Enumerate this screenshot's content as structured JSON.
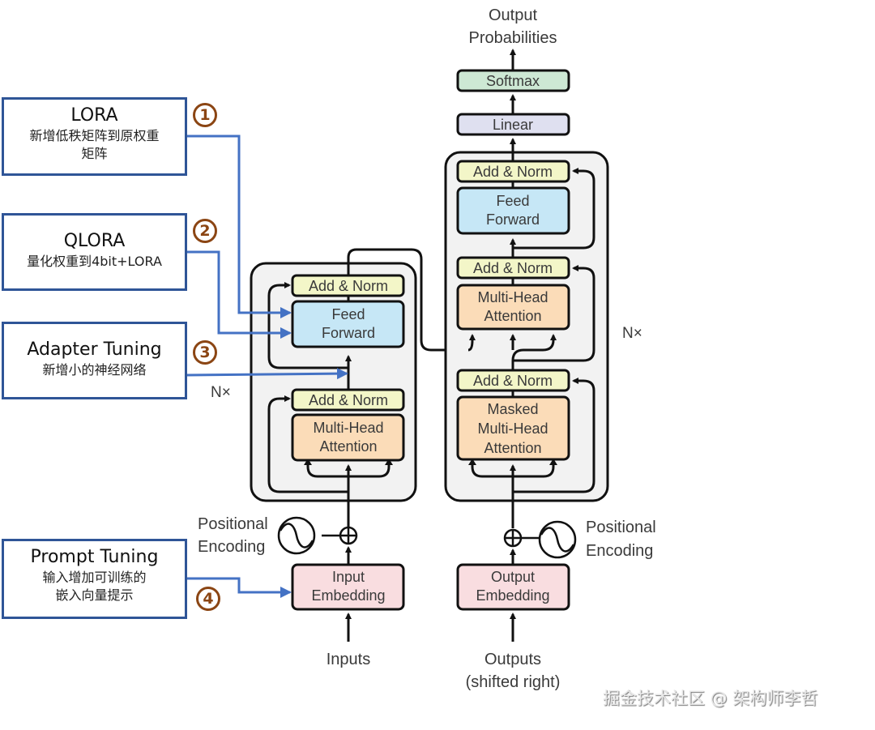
{
  "diagram": {
    "title": "Transformer architecture with fine-tuning method injection points",
    "top_output": [
      "Output",
      "Probabilities"
    ],
    "decoder_top": {
      "softmax": "Softmax",
      "linear": "Linear"
    },
    "encoder": {
      "add_norm_1": "Add & Norm",
      "feed_forward": [
        "Feed",
        "Forward"
      ],
      "add_norm_2": "Add & Norm",
      "attention": [
        "Multi-Head",
        "Attention"
      ],
      "repeat_label": "N×",
      "positional_encoding": [
        "Positional",
        "Encoding"
      ],
      "embedding": [
        "Input",
        "Embedding"
      ],
      "input_label": "Inputs"
    },
    "decoder": {
      "add_norm_top": "Add & Norm",
      "feed_forward": [
        "Feed",
        "Forward"
      ],
      "add_norm_mid": "Add & Norm",
      "cross_attention": [
        "Multi-Head",
        "Attention"
      ],
      "add_norm_bottom": "Add & Norm",
      "masked_attention": [
        "Masked",
        "Multi-Head",
        "Attention"
      ],
      "repeat_label": "N×",
      "positional_encoding": [
        "Positional",
        "Encoding"
      ],
      "embedding": [
        "Output",
        "Embedding"
      ],
      "input_label": [
        "Outputs",
        "(shifted right)"
      ]
    },
    "colors": {
      "callout_border": "#2f5597",
      "connector": "#4472c4",
      "number_badge": "#8b4513",
      "add_norm": "#f3f6c8",
      "feed_forward": "#c6e7f6",
      "attention": "#fbdcb8",
      "embedding": "#f9dde0",
      "linear": "#dfe0f0",
      "softmax": "#cde8d4",
      "layer_stack_bg": "#f2f2f2"
    }
  },
  "callouts": [
    {
      "number": "1",
      "title": "LORA",
      "subtitle": [
        "新增低秩矩阵到原权重",
        "矩阵"
      ],
      "target": "encoder feed forward"
    },
    {
      "number": "2",
      "title": "QLORA",
      "subtitle": [
        "量化权重到4bit+LORA"
      ],
      "target": "encoder feed forward"
    },
    {
      "number": "3",
      "title": "Adapter Tuning",
      "subtitle": [
        "新增小的神经网络"
      ],
      "target": "between attention and feed forward"
    },
    {
      "number": "4",
      "title": "Prompt Tuning",
      "subtitle": [
        "输入增加可训练的",
        "嵌入向量提示"
      ],
      "target": "input embedding"
    }
  ],
  "watermark": "掘金技术社区 @ 架构师李哲"
}
